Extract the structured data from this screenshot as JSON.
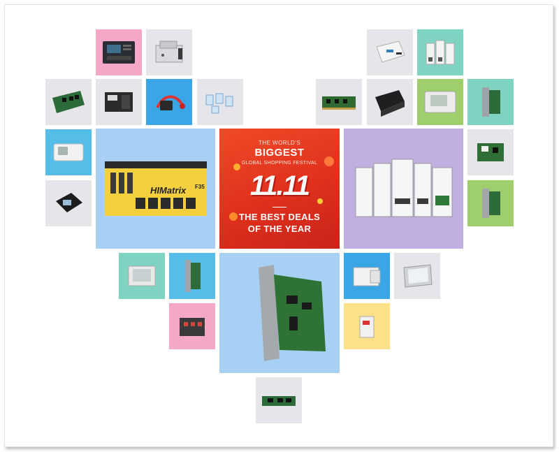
{
  "banner": {
    "line1": "THE WORLD'S",
    "line2": "BIGGEST",
    "line3": "GLOBAL SHOPPING FESTIVAL",
    "number": "11.11",
    "line4": "THE BEST DEALS",
    "line5": "OF THE YEAR"
  },
  "products": {
    "himatrix_label": "HIMatrix",
    "himatrix_model": "F35"
  },
  "colors": {
    "pink": "#f5a7c8",
    "blue": "#55bde8",
    "teal": "#7fd3c3",
    "green": "#9fcf6d",
    "lavender": "#c0aee0",
    "light_blue": "#a8d0f5",
    "yellow": "#fde18a",
    "gray": "#e6e6ea",
    "banner_red": "#e8381e"
  }
}
